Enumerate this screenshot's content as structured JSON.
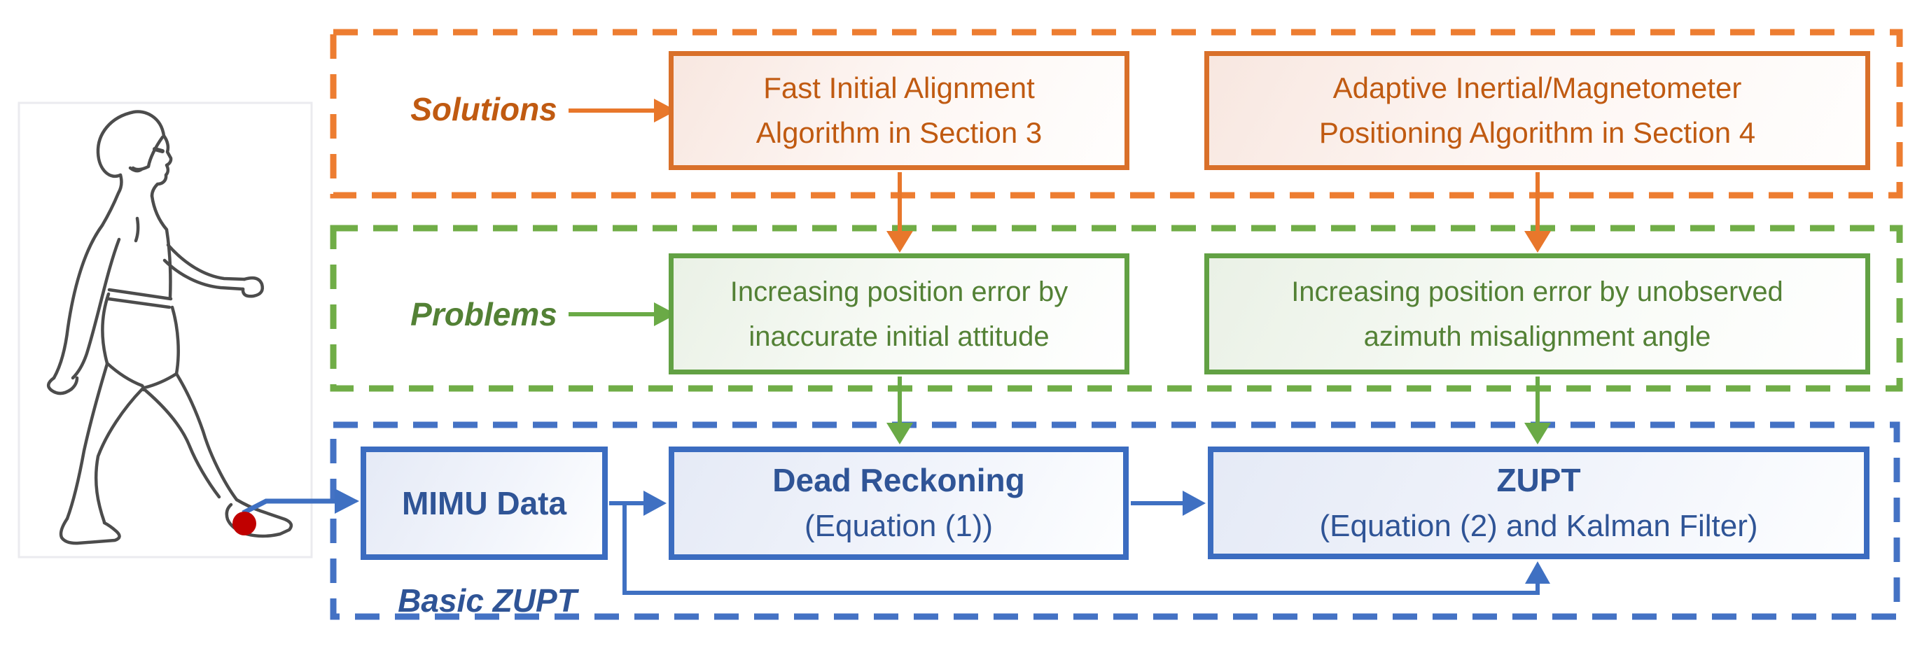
{
  "sections": {
    "solutions_label": "Solutions",
    "problems_label": "Problems",
    "basic_zupt_label": "Basic ZUPT"
  },
  "solution_boxes": [
    {
      "line1": "Fast Initial Alignment",
      "line2": "Algorithm in Section 3"
    },
    {
      "line1": "Adaptive Inertial/Magnetometer",
      "line2": "Positioning Algorithm in Section 4"
    }
  ],
  "problem_boxes": [
    {
      "line1": "Increasing position error by",
      "line2": "inaccurate initial attitude"
    },
    {
      "line1": "Increasing position error by unobserved",
      "line2": "azimuth misalignment angle"
    }
  ],
  "flow_boxes": {
    "mimu": {
      "line1": "MIMU Data"
    },
    "dead_reckoning": {
      "line1": "Dead Reckoning",
      "line2": "(Equation (1))"
    },
    "zupt": {
      "line1": "ZUPT",
      "line2": "(Equation (2) and Kalman Filter)"
    }
  },
  "colors": {
    "orange_dash": "#ED7D31",
    "orange_border": "#D9702A",
    "orange_text": "#C05A11",
    "green_dash": "#70AD47",
    "green_border": "#62A144",
    "green_text": "#538135",
    "blue_dash": "#4472C4",
    "blue_border": "#3B6CC0",
    "blue_text": "#2F5496",
    "sensor_red": "#C00000"
  }
}
